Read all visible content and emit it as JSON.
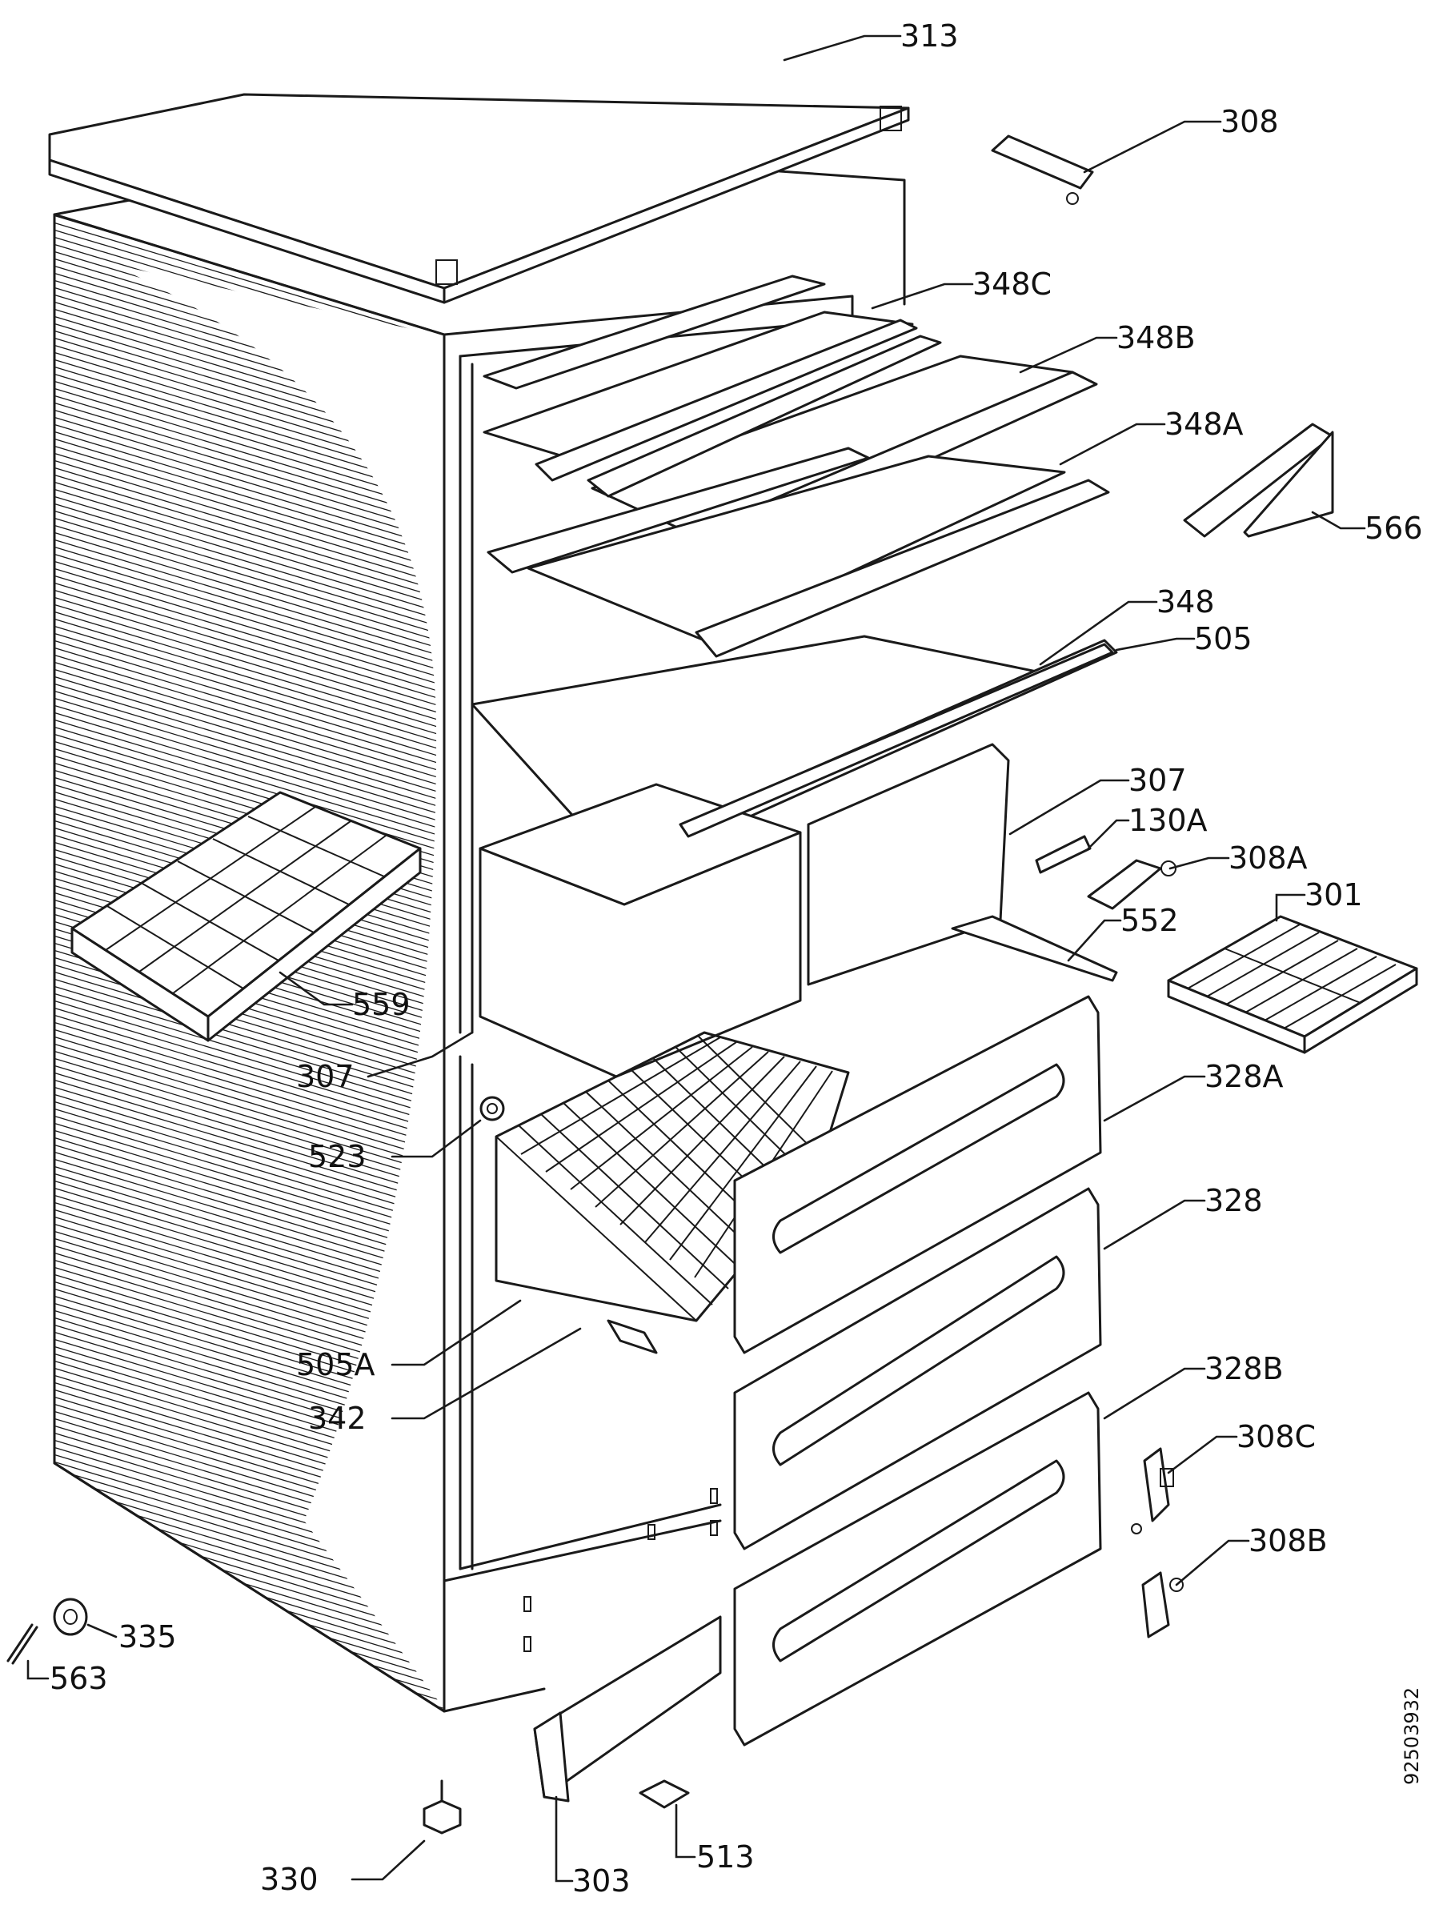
{
  "diagram": {
    "type": "exploded-parts-view",
    "document_number": "92503932",
    "callouts": [
      {
        "id": "313",
        "text": "313"
      },
      {
        "id": "308",
        "text": "308"
      },
      {
        "id": "348C",
        "text": "348C"
      },
      {
        "id": "348B",
        "text": "348B"
      },
      {
        "id": "348A",
        "text": "348A"
      },
      {
        "id": "566",
        "text": "566"
      },
      {
        "id": "348",
        "text": "348"
      },
      {
        "id": "505",
        "text": "505"
      },
      {
        "id": "307a",
        "text": "307"
      },
      {
        "id": "130A",
        "text": "130A"
      },
      {
        "id": "308A",
        "text": "308A"
      },
      {
        "id": "301",
        "text": "301"
      },
      {
        "id": "552",
        "text": "552"
      },
      {
        "id": "559",
        "text": "559"
      },
      {
        "id": "307b",
        "text": "307"
      },
      {
        "id": "328A",
        "text": "328A"
      },
      {
        "id": "523",
        "text": "523"
      },
      {
        "id": "328",
        "text": "328"
      },
      {
        "id": "505A",
        "text": "505A"
      },
      {
        "id": "342",
        "text": "342"
      },
      {
        "id": "328B",
        "text": "328B"
      },
      {
        "id": "308C",
        "text": "308C"
      },
      {
        "id": "308B",
        "text": "308B"
      },
      {
        "id": "335",
        "text": "335"
      },
      {
        "id": "563",
        "text": "563"
      },
      {
        "id": "330",
        "text": "330"
      },
      {
        "id": "303",
        "text": "303"
      },
      {
        "id": "513",
        "text": "513"
      }
    ]
  }
}
